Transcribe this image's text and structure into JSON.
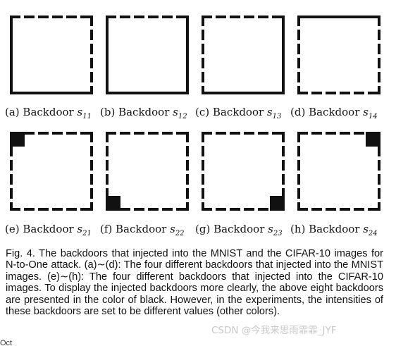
{
  "panels": [
    {
      "id": "a",
      "caption_prefix": "(a) Backdoor",
      "symbol": "s",
      "subscript": "11",
      "solid": "left,bottom",
      "marker": "none"
    },
    {
      "id": "b",
      "caption_prefix": "(b) Backdoor",
      "symbol": "s",
      "subscript": "12",
      "solid": "left,right,bottom",
      "marker": "none"
    },
    {
      "id": "c",
      "caption_prefix": "(c) Backdoor",
      "symbol": "s",
      "subscript": "13",
      "solid": "right,bottom",
      "marker": "none"
    },
    {
      "id": "d",
      "caption_prefix": "(d) Backdoor",
      "symbol": "s",
      "subscript": "14",
      "solid": "top",
      "marker": "none"
    },
    {
      "id": "e",
      "caption_prefix": "(e) Backdoor",
      "symbol": "s",
      "subscript": "21",
      "solid": "none",
      "marker": "top-left"
    },
    {
      "id": "f",
      "caption_prefix": "(f) Backdoor",
      "symbol": "s",
      "subscript": "22",
      "solid": "none",
      "marker": "bottom-left"
    },
    {
      "id": "g",
      "caption_prefix": "(g) Backdoor",
      "symbol": "s",
      "subscript": "23",
      "solid": "none",
      "marker": "bottom-right"
    },
    {
      "id": "h",
      "caption_prefix": "(h) Backdoor",
      "symbol": "s",
      "subscript": "24",
      "solid": "none",
      "marker": "top-right"
    }
  ],
  "figure_caption": {
    "text": "Fig. 4. The backdoors that injected into the MNIST and the CIFAR-10 images for N-to-One attack. (a)∼(d): The four different backdoors that injected into the MNIST images. (e)∼(h): The four different backdoors that injected into the CIFAR-10 images. To display the injected backdoors more clearly, the above eight backdoors are presented in the color of black. However, in the experiments, the intensities of these backdoors are set to be different values (other colors)."
  },
  "footer": {
    "text": "Oct"
  },
  "watermark": {
    "text": "CSDN @今我来思雨霏霏_JYF"
  },
  "colors": {
    "ink": "#111111",
    "background": "#ffffff"
  }
}
